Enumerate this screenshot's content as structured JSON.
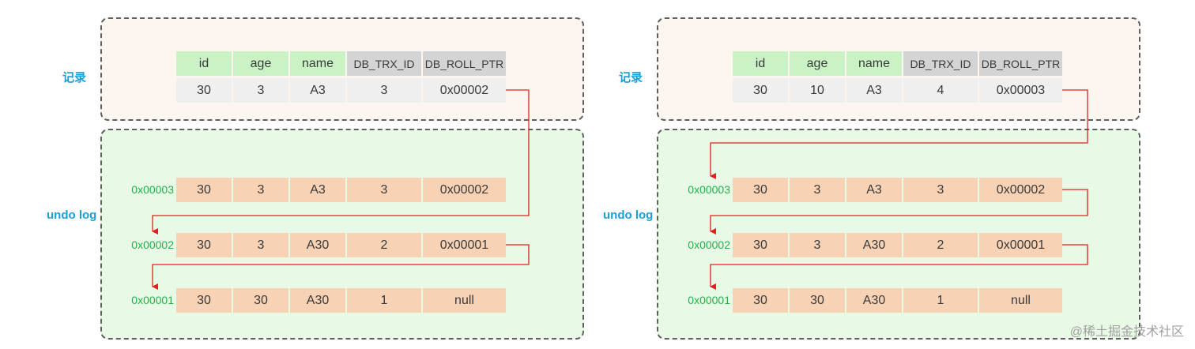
{
  "columns": [
    "id",
    "age",
    "name",
    "DB_TRX_ID",
    "DB_ROLL_PTR"
  ],
  "record_label": "记录",
  "undo_label": "undo log",
  "colors": {
    "header_green": "#c9f3c5",
    "header_gray": "#d4d4d4",
    "record_row": "#efefef",
    "undo_row": "#f8d2b4",
    "pointer_arrow": "#e02020",
    "address_text": "#22b14c",
    "label_text": "#1aa0d8"
  },
  "panels": [
    {
      "record": [
        "30",
        "3",
        "A3",
        "3",
        "0x00002"
      ],
      "undo_rows": [
        {
          "address": "0x00003",
          "values": [
            "30",
            "3",
            "A3",
            "3",
            "0x00002"
          ]
        },
        {
          "address": "0x00002",
          "values": [
            "30",
            "3",
            "A30",
            "2",
            "0x00001"
          ]
        },
        {
          "address": "0x00001",
          "values": [
            "30",
            "30",
            "A30",
            "1",
            "null"
          ]
        }
      ]
    },
    {
      "record": [
        "30",
        "10",
        "A3",
        "4",
        "0x00003"
      ],
      "undo_rows": [
        {
          "address": "0x00003",
          "values": [
            "30",
            "3",
            "A3",
            "3",
            "0x00002"
          ]
        },
        {
          "address": "0x00002",
          "values": [
            "30",
            "3",
            "A30",
            "2",
            "0x00001"
          ]
        },
        {
          "address": "0x00001",
          "values": [
            "30",
            "30",
            "A30",
            "1",
            "null"
          ]
        }
      ]
    }
  ],
  "watermark": "@稀土掘金技术社区"
}
